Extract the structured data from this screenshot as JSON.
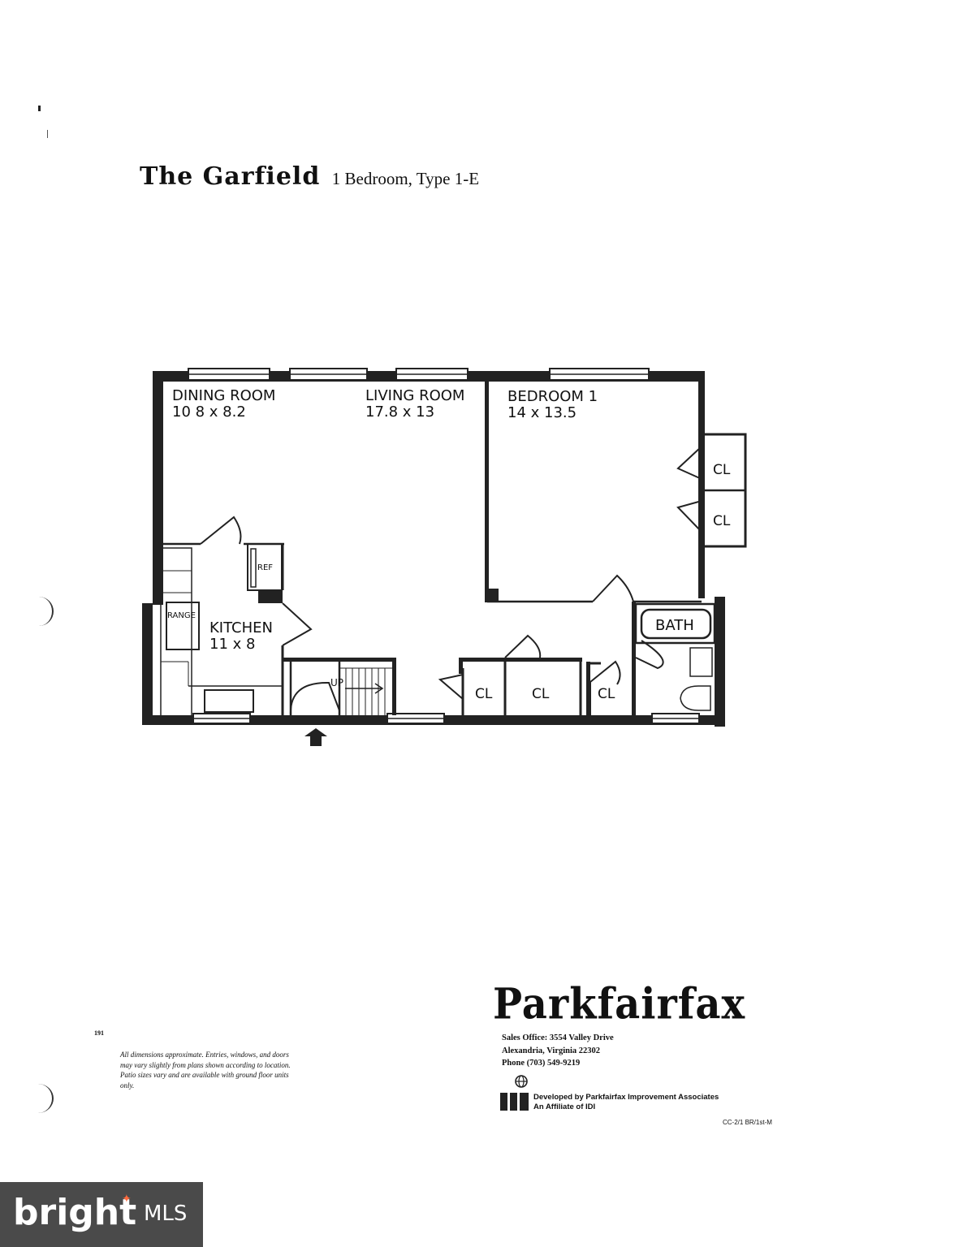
{
  "header": {
    "name": "The Garfield",
    "subtitle": "1 Bedroom, Type 1-E"
  },
  "rooms": {
    "dining": {
      "name": "DINING ROOM",
      "size": "10 8 x 8.2"
    },
    "living": {
      "name": "LIVING ROOM",
      "size": "17.8 x 13"
    },
    "bedroom": {
      "name": "BEDROOM 1",
      "size": "14 x 13.5"
    },
    "kitchen": {
      "name": "KITCHEN",
      "size": "11 x 8"
    }
  },
  "labels": {
    "ref": "REF",
    "range": "RANGE",
    "bath": "BATH",
    "up": "UP",
    "closet": "CL"
  },
  "footer": {
    "page_number": "191",
    "disclaimer": "All dimensions approximate. Entries, windows, and doors may vary slightly from plans shown according to location. Patio sizes vary and are available with ground floor units only.",
    "brand": "Parkfairfax",
    "sales_office": "Sales Office: 3554 Valley Drive",
    "city": "Alexandria, Virginia 22302",
    "phone": "Phone (703) 549-9219",
    "developer": "Developed by Parkfairfax Improvement Associates",
    "affiliate": "An Affiliate of IDI",
    "code": "CC-2/1 BR/1st-M"
  },
  "watermark": {
    "text": "bright",
    "suffix": "MLS"
  },
  "colors": {
    "wall": "#222222",
    "watermark_bg": "#4a4a4a"
  }
}
